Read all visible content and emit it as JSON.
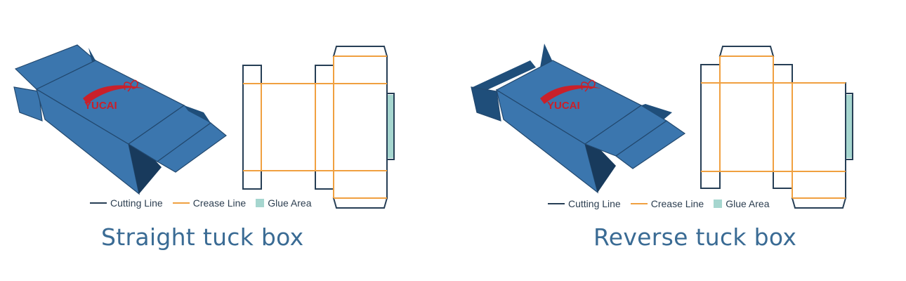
{
  "colors": {
    "box_face": "#3b76ae",
    "box_dark": "#1f4e7a",
    "box_shadow": "#183a5c",
    "box_stroke": "#22486e",
    "cutting_line": "#263e55",
    "crease_line": "#f0a040",
    "glue_area": "#a6d6cf",
    "logo_red": "#c9202a",
    "caption": "#3a6b94"
  },
  "legend": {
    "cutting_label": "Cutting Line",
    "crease_label": "Crease Line",
    "glue_label": "Glue Area"
  },
  "logo": {
    "text": "YUCAI"
  },
  "panels": [
    {
      "caption": "Straight tuck box",
      "type": "straight"
    },
    {
      "caption": "Reverse tuck box",
      "type": "reverse"
    }
  ]
}
